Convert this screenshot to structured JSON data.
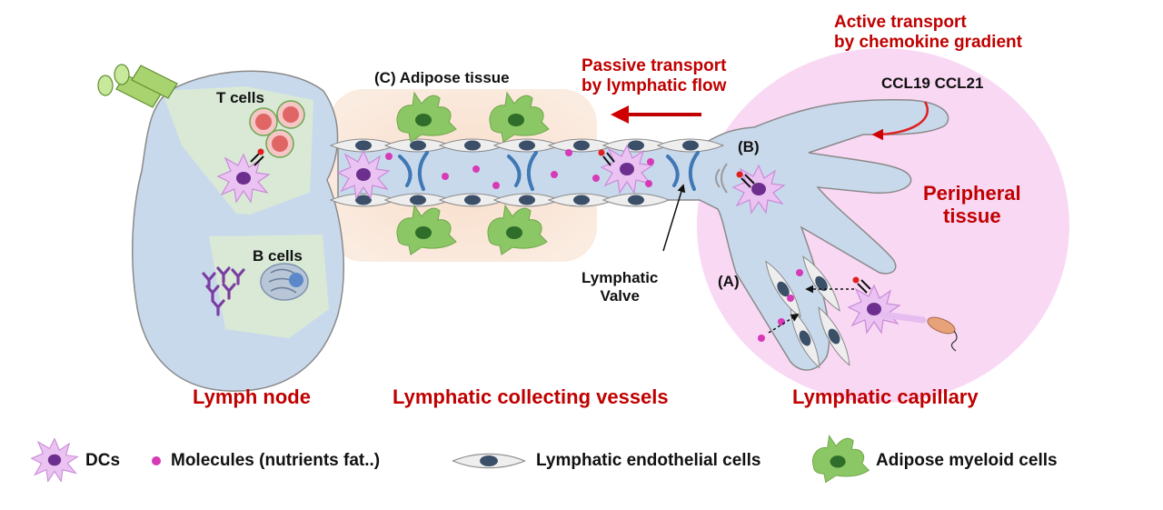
{
  "labels": {
    "active_transport": [
      "Active transport",
      "by chemokine gradient"
    ],
    "ccl": "CCL19 CCL21",
    "passive_transport": [
      "Passive transport",
      "by lymphatic flow"
    ],
    "adipose_tissue": "(C) Adipose tissue",
    "t_cells": "T cells",
    "b_cells": "B cells",
    "b_marker": "(B)",
    "a_marker": "(A)",
    "peripheral_tissue": [
      "Peripheral",
      "tissue"
    ],
    "lymphatic_valve": [
      "Lymphatic",
      "Valve"
    ],
    "lymph_node": "Lymph node",
    "collecting_vessels": "Lymphatic collecting vessels",
    "lymphatic_capillary": "Lymphatic capillary"
  },
  "legend": [
    {
      "icon": "dc-icon",
      "label": "DCs"
    },
    {
      "icon": "molecule-icon",
      "label": "Molecules (nutrients fat..)"
    },
    {
      "icon": "endothelial-cell-icon",
      "label": "Lymphatic endothelial cells"
    },
    {
      "icon": "adipose-myeloid-cell-icon",
      "label": "Adipose myeloid cells"
    }
  ],
  "colors": {
    "accent_red": "#c00000",
    "lymph_blue": "#c9d9ec",
    "peripheral_pink": "#f8d6f2",
    "adipose_orange": "#f6dcc8",
    "dc_purple": "#e6bdf0",
    "dc_nucleus": "#6c2f8e",
    "adipose_green": "#8cc765",
    "molecule_magenta": "#d63ab7",
    "valve_blue": "#3f78b4"
  }
}
